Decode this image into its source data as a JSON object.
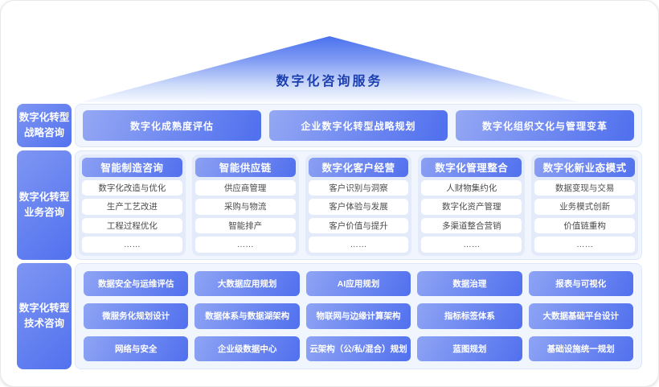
{
  "title": "数字化咨询服务",
  "colors": {
    "accent_gradient_start": "#95a8f4",
    "accent_gradient_end": "#5271ee",
    "roof_top": "#4a71ef",
    "title_text": "#1c3fae",
    "panel_bg": "#f1f5fe",
    "column_bg": "#e3eafa"
  },
  "strategy": {
    "label": [
      "数字化转型",
      "战略咨询"
    ],
    "items": [
      "数字化成熟度评估",
      "企业数字化转型战略规划",
      "数字化组织文化与管理变革"
    ]
  },
  "business": {
    "label": [
      "数字化转型",
      "业务咨询"
    ],
    "columns": [
      {
        "header": "智能制造咨询",
        "items": [
          "数字化改造与优化",
          "生产工艺改进",
          "工程过程优化",
          "……"
        ]
      },
      {
        "header": "智能供应链",
        "items": [
          "供应商管理",
          "采购与物流",
          "智能排产",
          "……"
        ]
      },
      {
        "header": "数字化客户经营",
        "items": [
          "客户识别与洞察",
          "客户体验与发展",
          "客户价值与提升",
          "……"
        ]
      },
      {
        "header": "数字化管理整合",
        "items": [
          "人财物集约化",
          "数字化资产管理",
          "多渠道整合营销",
          "……"
        ]
      },
      {
        "header": "数字化新业态模式",
        "items": [
          "数据变现与交易",
          "业务模式创新",
          "价值链重构",
          "……"
        ]
      }
    ]
  },
  "tech": {
    "label": [
      "数字化转型",
      "技术咨询"
    ],
    "items": [
      "数据安全与运维评估",
      "大数据应用规划",
      "AI应用规划",
      "数据治理",
      "报表与可视化",
      "微服务化规划设计",
      "数据体系与数据湖架构",
      "物联网与边缘计算架构",
      "指标标签体系",
      "大数据基础平台设计",
      "网络与安全",
      "企业级数据中心",
      "云架构（公/私/混合）规划",
      "蓝图规划",
      "基础设施统一规划"
    ]
  }
}
